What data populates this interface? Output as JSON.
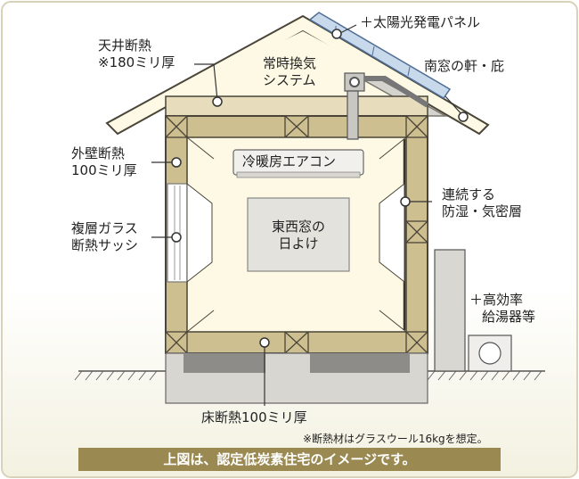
{
  "labels": {
    "solar_panel": "＋太陽光発電パネル",
    "ceiling_1": "天井断熱",
    "ceiling_2": "※180ミリ厚",
    "vent_1": "常時換気",
    "vent_2": "システム",
    "eaves": "南窓の軒・庇",
    "wall_1": "外壁断熱",
    "wall_2": "100ミリ厚",
    "aircon": "冷暖房エアコン",
    "vapor_1": "連続する",
    "vapor_2": "防湿・気密層",
    "glass_1": "複層ガラス",
    "glass_2": "断熱サッシ",
    "shade_1": "東西窓の",
    "shade_2": "日よけ",
    "water_1": "＋高効率",
    "water_2": "給湯器等",
    "floor": "床断熱100ミリ厚",
    "material_note": "※断熱材はグラスウール16kgを想定。"
  },
  "caption": "上図は、認定低炭素住宅のイメージです。",
  "colors": {
    "insulation": "#cdbf8f",
    "interior": "#fdf9e4",
    "wall_line": "#4a4538",
    "caption_bg": "#9a8a52"
  }
}
